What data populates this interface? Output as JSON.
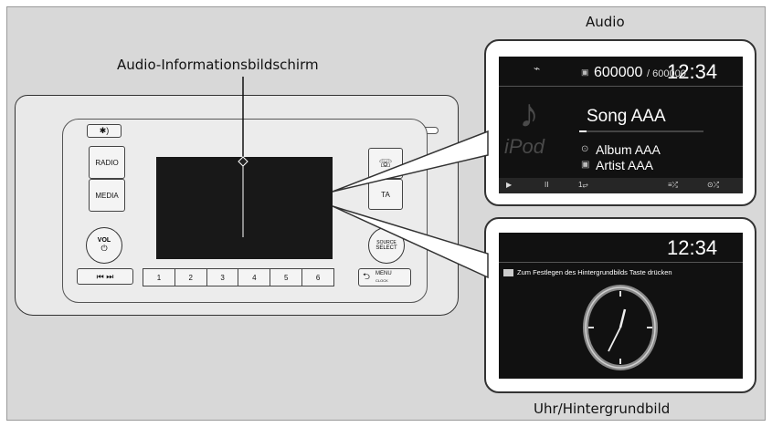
{
  "labels": {
    "audio_title": "Audio",
    "screen_label": "Audio-Informationsbildschirm",
    "clock_title": "Uhr/Hintergrundbild"
  },
  "head_unit": {
    "display_btn": "✱)",
    "radio": "RADIO",
    "media": "MEDIA",
    "ta": "TA",
    "vol_line1": "VOL",
    "vol_line2": "⏻",
    "seek": "⏮ ⏭",
    "select_line1": "SOURCE",
    "select_line2": "SELECT",
    "menu_line1": "MENU",
    "menu_line2": "CLOCK",
    "presets": [
      "1",
      "2",
      "3",
      "4",
      "5",
      "6"
    ]
  },
  "audio_screen": {
    "time": "12:34",
    "track_number": "600000",
    "track_total": "/ 600000",
    "song": "Song AAA",
    "album": "Album AAA",
    "artist": "Artist AAA",
    "source_watermark": "iPod",
    "progress_fraction": 0.06,
    "controls": [
      "▶",
      "II",
      "1⥂",
      "≡⤮",
      "⊙⤮"
    ]
  },
  "clock_screen": {
    "time": "12:34",
    "message": "Zum Festlegen des Hintergrundbilds Taste drücken"
  }
}
